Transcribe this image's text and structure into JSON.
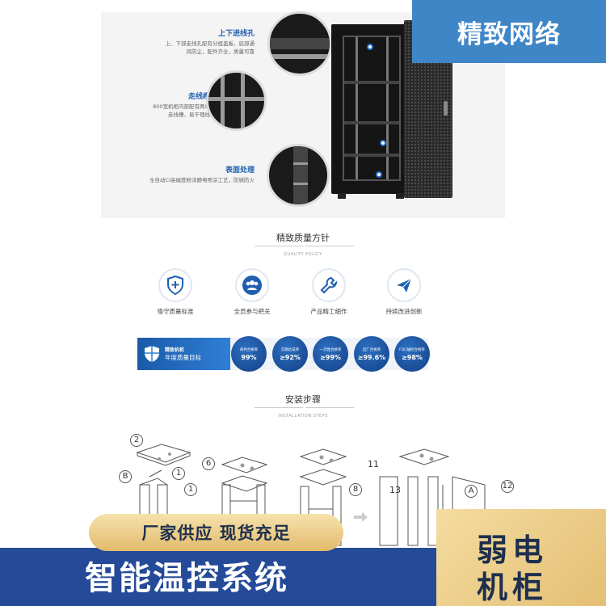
{
  "brand": "精致网络",
  "features": [
    {
      "title": "上下进线孔",
      "desc": [
        "上、下部走线孔配有分组盖板，底部通",
        "风防尘，配件齐全，质量可靠"
      ]
    },
    {
      "title": "走线槽",
      "desc": [
        "800宽机柜内部配有两条",
        "走线槽，易于理线"
      ]
    },
    {
      "title": "表面处理",
      "desc": [
        "全自动CI高磁度粉沫静电喷涂工艺，防锈防火"
      ]
    }
  ],
  "quality": {
    "title": "精致质量方针",
    "subtitle": "QUALITY POLICY",
    "items": [
      {
        "label": "恪守质量标准",
        "icon": "shield-plus-icon"
      },
      {
        "label": "全员参与把关",
        "icon": "group-people-icon"
      },
      {
        "label": "产品精工细作",
        "icon": "wrench-icon"
      },
      {
        "label": "持续改进创新",
        "icon": "paper-plane-icon"
      }
    ],
    "goal_brand": "精致机柜",
    "goal_label": "年度质量目标",
    "metrics": [
      {
        "label": "商件合格率",
        "value": "99%"
      },
      {
        "label": "交期达成率",
        "value": "≥92%"
      },
      {
        "label": "一次性合格率",
        "value": "≥99%"
      },
      {
        "label": "出厂合格率",
        "value": "≥99.6%"
      },
      {
        "label": "FQC抽检合格率",
        "value": "≥98%"
      }
    ]
  },
  "install": {
    "title": "安装步骤",
    "subtitle": "INSTALLATION STEPS",
    "labels": [
      "2",
      "B",
      "1",
      "1",
      "6",
      "8",
      "11",
      "13",
      "A",
      "12"
    ]
  },
  "overlay": {
    "pill": "厂家供应 现货充足",
    "bottom_title": "智能温控系统",
    "product_line1": "弱电",
    "product_line2": "机柜"
  },
  "colors": {
    "brand_blue": "#3f86c6",
    "navy": "#244a98",
    "gold": "#e4bf74",
    "feature_blue": "#1f5fb0"
  }
}
